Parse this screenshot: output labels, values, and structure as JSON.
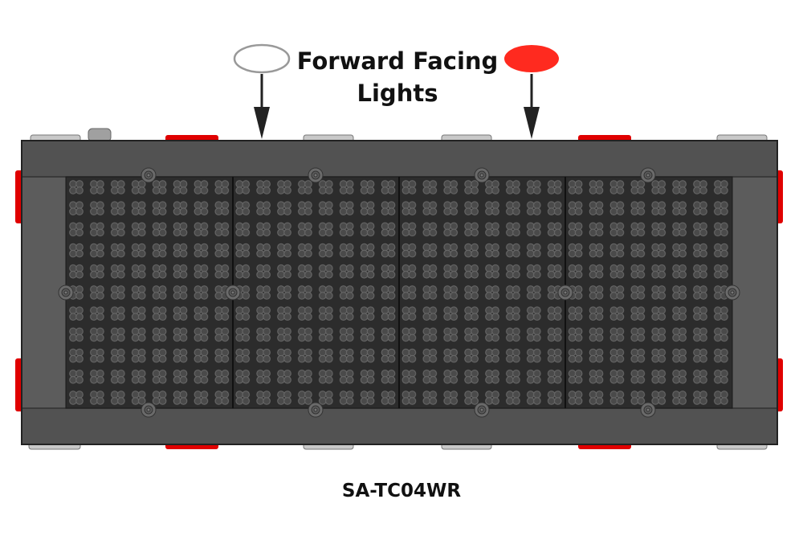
{
  "annotation": {
    "line1": "Forward Facing",
    "line2": "Lights"
  },
  "model_name": "SA-TC04WR",
  "indicators": [
    {
      "name": "white-light",
      "color": "#ffffff"
    },
    {
      "name": "red-light",
      "color": "#ff2a1f"
    }
  ],
  "colors": {
    "frame": "#525252",
    "panel": "#2c2c2c",
    "accent_red": "#e00000",
    "silver": "#c8c8c8"
  },
  "panel_count": 4
}
